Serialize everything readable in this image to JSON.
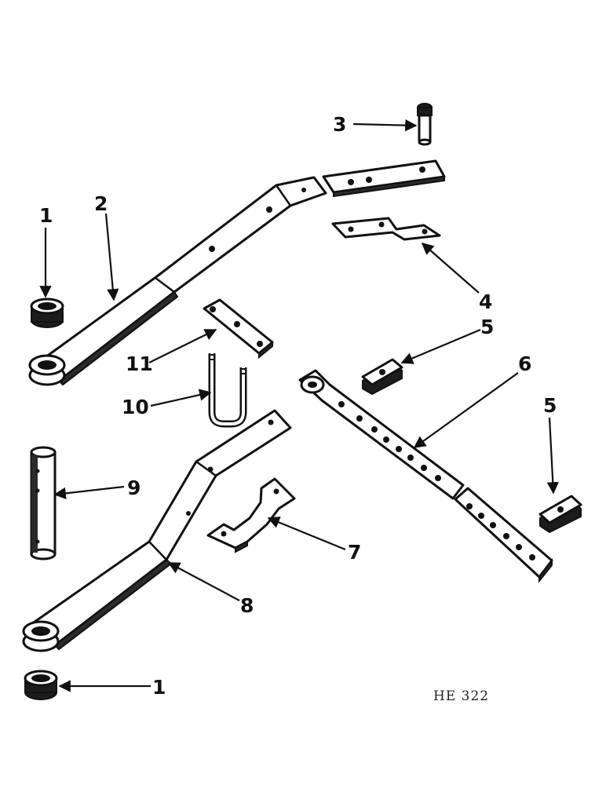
{
  "figure_code": "HE 322",
  "colors": {
    "ink": "#111111",
    "paper": "#ffffff"
  },
  "callouts": {
    "c1_top": "1",
    "c2": "2",
    "c3": "3",
    "c4": "4",
    "c5_upper": "5",
    "c6": "6",
    "c5_right": "5",
    "c11": "11",
    "c10": "10",
    "c9": "9",
    "c7": "7",
    "c8": "8",
    "c1_bottom": "1"
  }
}
